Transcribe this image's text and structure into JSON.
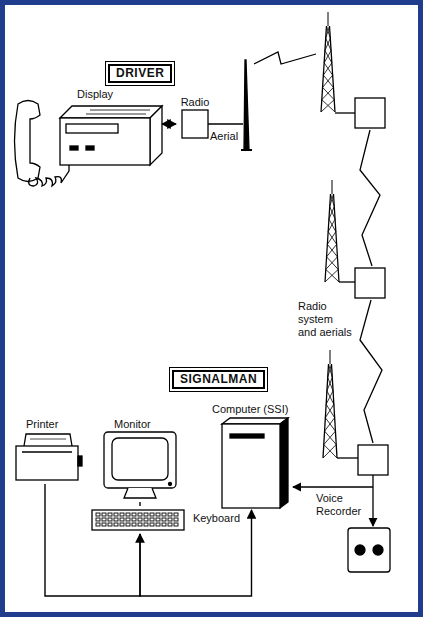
{
  "diagram": {
    "nodes": [
      {
        "text": [
          "DRIVER"
        ]
      },
      {
        "text": [
          "Display"
        ]
      },
      {
        "text": [
          "Radio"
        ]
      },
      {
        "text": [
          "SIGNALMAN"
        ]
      },
      {
        "text": [
          "Printer"
        ]
      },
      {
        "text": [
          "Monitor"
        ]
      },
      {
        "text": [
          "Computer (SSI)"
        ]
      },
      {
        "text": [
          "Keyboard"
        ]
      },
      {
        "text": [
          "Voice Recorder"
        ]
      }
    ],
    "edges": [
      {
        "from": 1,
        "to": 2,
        "arrow": "both"
      },
      {
        "from": 5,
        "to": 7,
        "arrow": "none"
      },
      {
        "from": 4,
        "to": 7,
        "arrow": "none"
      },
      {
        "from": 7,
        "to": 6,
        "arrow": "both"
      }
    ],
    "labels": [
      "Aerial",
      "Radio system and aerials"
    ]
  }
}
